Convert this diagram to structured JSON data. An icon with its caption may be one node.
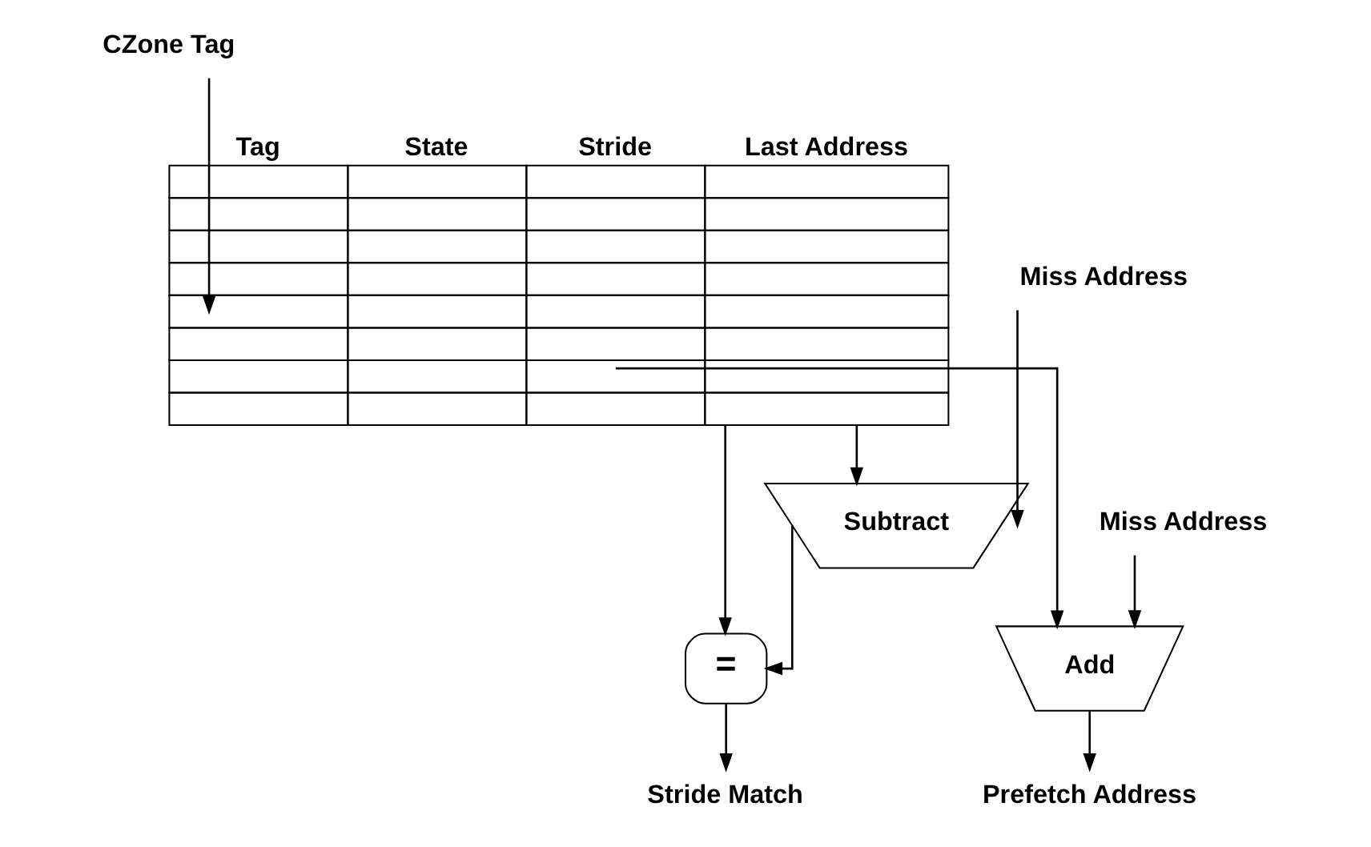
{
  "diagram": {
    "nodes": [
      {
        "text": [
          "CZone Tag"
        ]
      },
      {
        "text": [
          "Tag",
          "State",
          "Stride",
          "Last Address"
        ]
      },
      {
        "text": [
          "Miss Address"
        ]
      },
      {
        "text": [
          "Subtract"
        ]
      },
      {
        "text": [
          "Miss Address"
        ]
      },
      {
        "text": [
          "Add"
        ]
      },
      {
        "text": [
          "="
        ]
      },
      {
        "text": [
          "Prefetch Address"
        ]
      },
      {
        "text": [
          "Stride Match"
        ]
      }
    ],
    "edges": [
      {
        "from": 0,
        "to": 1,
        "arrow": "to"
      },
      {
        "from": 1,
        "to": 3,
        "arrow": "to"
      },
      {
        "from": 2,
        "to": 3,
        "arrow": "to"
      },
      {
        "from": 1,
        "to": 5,
        "arrow": "to"
      },
      {
        "from": 1,
        "to": 6,
        "arrow": "to"
      },
      {
        "from": 4,
        "to": 5,
        "arrow": "to"
      },
      {
        "from": 3,
        "to": 6,
        "arrow": "to"
      },
      {
        "from": 5,
        "to": 7,
        "arrow": "to"
      },
      {
        "from": 6,
        "to": 8,
        "arrow": "to"
      }
    ]
  }
}
